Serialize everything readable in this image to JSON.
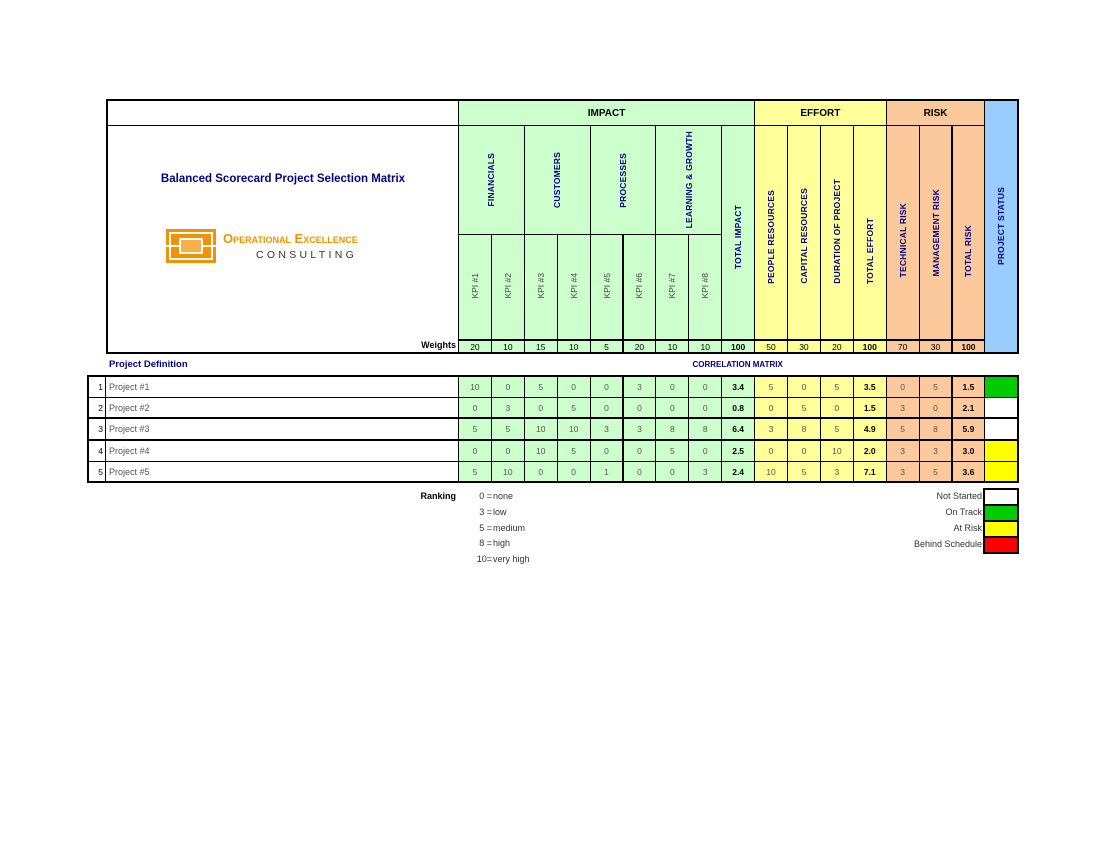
{
  "title": "Balanced Scorecard Project Selection Matrix",
  "logo": {
    "line1": "Operational Excellence",
    "line2": "CONSULTING"
  },
  "groups": {
    "impact": "IMPACT",
    "effort": "EFFORT",
    "risk": "RISK",
    "status": "PROJECT STATUS"
  },
  "impact_categories": [
    "FINANCIALS",
    "CUSTOMERS",
    "PROCESSES",
    "LEARNING & GROWTH"
  ],
  "kpis": [
    "KPI #1",
    "KPI #2",
    "KPI #3",
    "KPI #4",
    "KPI #5",
    "KPI #6",
    "KPI #7",
    "KPI #8"
  ],
  "total_impact": "TOTAL IMPACT",
  "effort_columns": [
    "PEOPLE RESOURCES",
    "CAPITAL RESOURCES",
    "DURATION OF PROJECT",
    "TOTAL EFFORT"
  ],
  "risk_columns": [
    "TECHNICAL RISK",
    "MANAGEMENT RISK",
    "TOTAL RISK"
  ],
  "weights_label": "Weights",
  "weights": [
    "20",
    "10",
    "15",
    "10",
    "5",
    "20",
    "10",
    "10",
    "100",
    "50",
    "30",
    "20",
    "100",
    "70",
    "30",
    "100"
  ],
  "project_definition_label": "Project Definition",
  "correlation_label": "CORRELATION MATRIX",
  "projects": [
    {
      "num": "1",
      "name": "Project #1",
      "values": [
        "10",
        "0",
        "5",
        "0",
        "0",
        "3",
        "0",
        "0",
        "3.4",
        "5",
        "0",
        "5",
        "3.5",
        "0",
        "5",
        "1.5"
      ],
      "status_color": "#00cc00"
    },
    {
      "num": "2",
      "name": "Project #2",
      "values": [
        "0",
        "3",
        "0",
        "5",
        "0",
        "0",
        "0",
        "0",
        "0.8",
        "0",
        "5",
        "0",
        "1.5",
        "3",
        "0",
        "2.1"
      ],
      "status_color": "#ffffff"
    },
    {
      "num": "3",
      "name": "Project #3",
      "values": [
        "5",
        "5",
        "10",
        "10",
        "3",
        "3",
        "8",
        "8",
        "6.4",
        "3",
        "8",
        "5",
        "4.9",
        "5",
        "8",
        "5.9"
      ],
      "status_color": "#ffffff"
    },
    {
      "num": "4",
      "name": "Project #4",
      "values": [
        "0",
        "0",
        "10",
        "5",
        "0",
        "0",
        "5",
        "0",
        "2.5",
        "0",
        "0",
        "10",
        "2.0",
        "3",
        "3",
        "3.0"
      ],
      "status_color": "#ffff00"
    },
    {
      "num": "5",
      "name": "Project #5",
      "values": [
        "5",
        "10",
        "0",
        "0",
        "1",
        "0",
        "0",
        "3",
        "2.4",
        "10",
        "5",
        "3",
        "7.1",
        "3",
        "5",
        "3.6"
      ],
      "status_color": "#ffff00"
    }
  ],
  "ranking": {
    "label": "Ranking",
    "items": [
      {
        "value": "0 =",
        "text": "none"
      },
      {
        "value": "3 =",
        "text": "low"
      },
      {
        "value": "5 =",
        "text": "medium"
      },
      {
        "value": "8 =",
        "text": "high"
      },
      {
        "value": "10=",
        "text": "very high"
      }
    ]
  },
  "status_legend": [
    {
      "label": "Not Started",
      "color": "#ffffff"
    },
    {
      "label": "On Track",
      "color": "#00cc00"
    },
    {
      "label": "At Risk",
      "color": "#ffff00"
    },
    {
      "label": "Behind Schedule",
      "color": "#ff0000"
    }
  ]
}
